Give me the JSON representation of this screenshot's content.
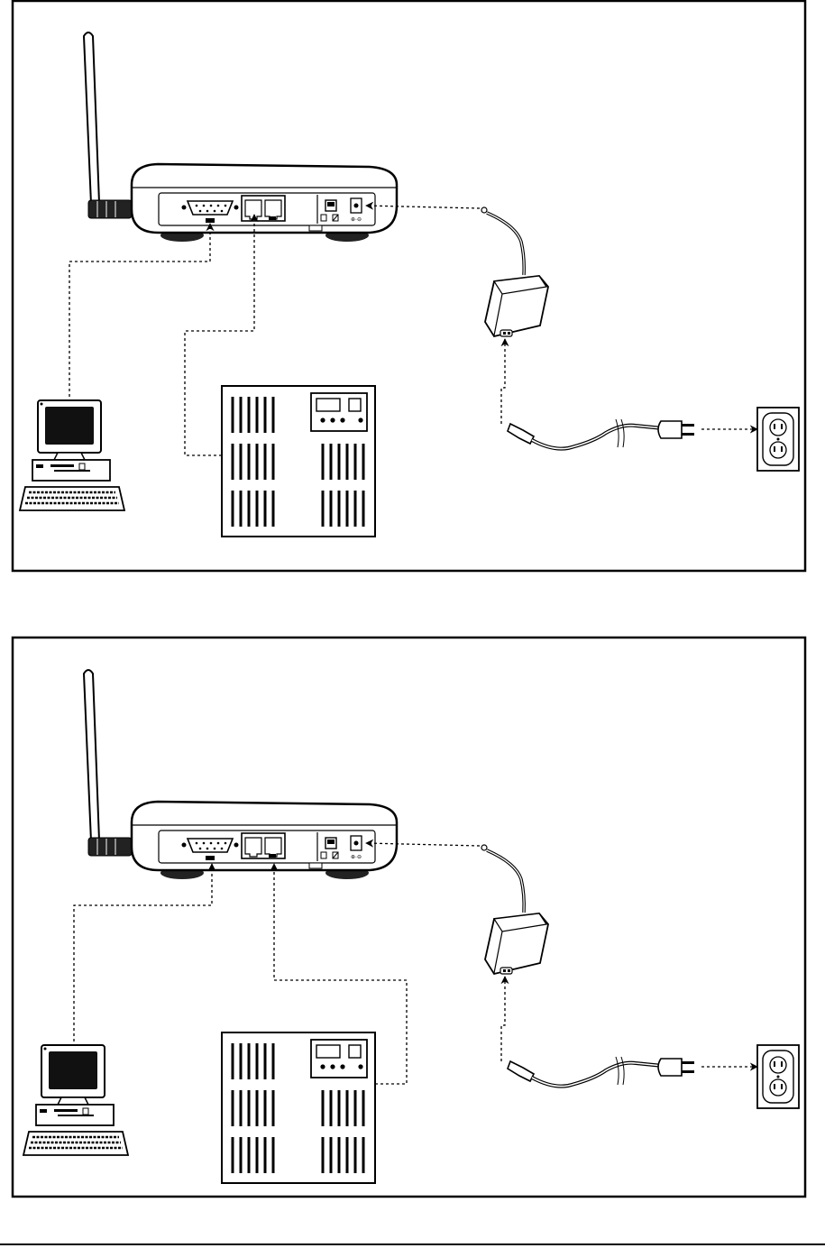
{
  "panels": [
    {
      "id": "panel-top",
      "variant": "serial-and-lan-left"
    },
    {
      "id": "panel-bottom",
      "variant": "serial-and-lan-right"
    }
  ],
  "icons": [
    "antenna-icon",
    "router-icon",
    "serial-port-icon",
    "ethernet-port-icon",
    "power-switch-icon",
    "dc-jack-icon",
    "power-adapter-icon",
    "power-cord-icon",
    "wall-outlet-icon",
    "computer-icon",
    "network-switch-icon"
  ],
  "colors": {
    "ink": "#000000",
    "paper": "#ffffff",
    "screen": "#111111",
    "body": "#f4f4f4"
  }
}
